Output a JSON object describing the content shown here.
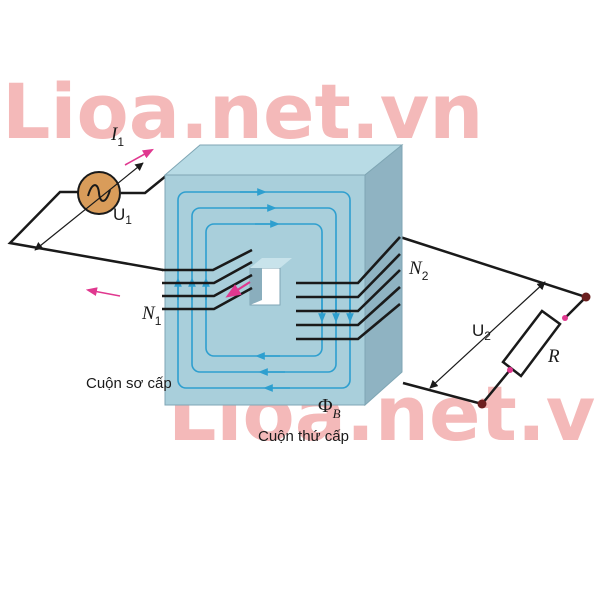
{
  "watermark": {
    "text": "Lioa.net.vn"
  },
  "labels": {
    "current_symbol": "I",
    "current_sub": "1",
    "u1": "U",
    "u1_sub": "1",
    "n1": "N",
    "n1_sub": "1",
    "n2": "N",
    "n2_sub": "2",
    "u2": "U",
    "u2_sub": "2",
    "resistor": "R",
    "flux": "Φ",
    "flux_sub": "B",
    "primary_coil": "Cuộn sơ cấp",
    "secondary_coil": "Cuộn thứ cấp"
  },
  "colors": {
    "core_front": "#a9cfdb",
    "core_side": "#8fb3c2",
    "core_top": "#b8dbe5",
    "flux_lines": "#2e9fcf",
    "current_arrows": "#e0388f",
    "wire": "#1a1a1a",
    "source": "#d99c5a"
  }
}
